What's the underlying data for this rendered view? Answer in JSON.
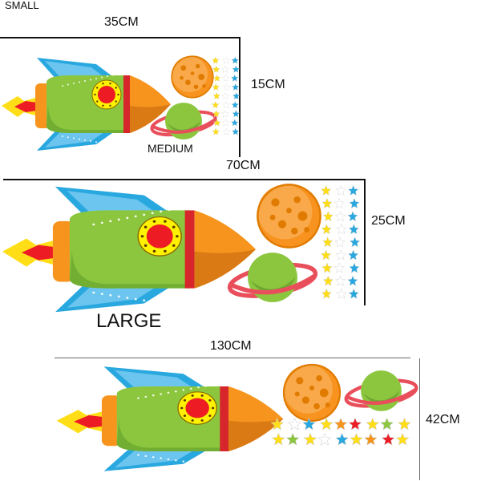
{
  "labels": {
    "small": "SMALL",
    "medium": "MEDIUM",
    "large": "LARGE"
  },
  "dimensions": {
    "small_width": "35CM",
    "small_height": "15CM",
    "medium_width": "70CM",
    "medium_height": "25CM",
    "large_width": "130CM",
    "large_height": "42CM"
  },
  "colors": {
    "body_green": "#8cc63f",
    "wing_blue": "#29a8e0",
    "nose_orange": "#f7941d",
    "window_red": "#ed1c24",
    "window_ring_yellow": "#fff200",
    "stripe_red": "#d7262b",
    "planet_orange": "#f7931e",
    "planet_green": "#8cc63f",
    "ring_pink": "#e94e5b",
    "flame_yellow": "#ffde17"
  },
  "icons": [
    "rocket-icon",
    "orange-planet-icon",
    "ringed-planet-icon",
    "star-icon"
  ]
}
